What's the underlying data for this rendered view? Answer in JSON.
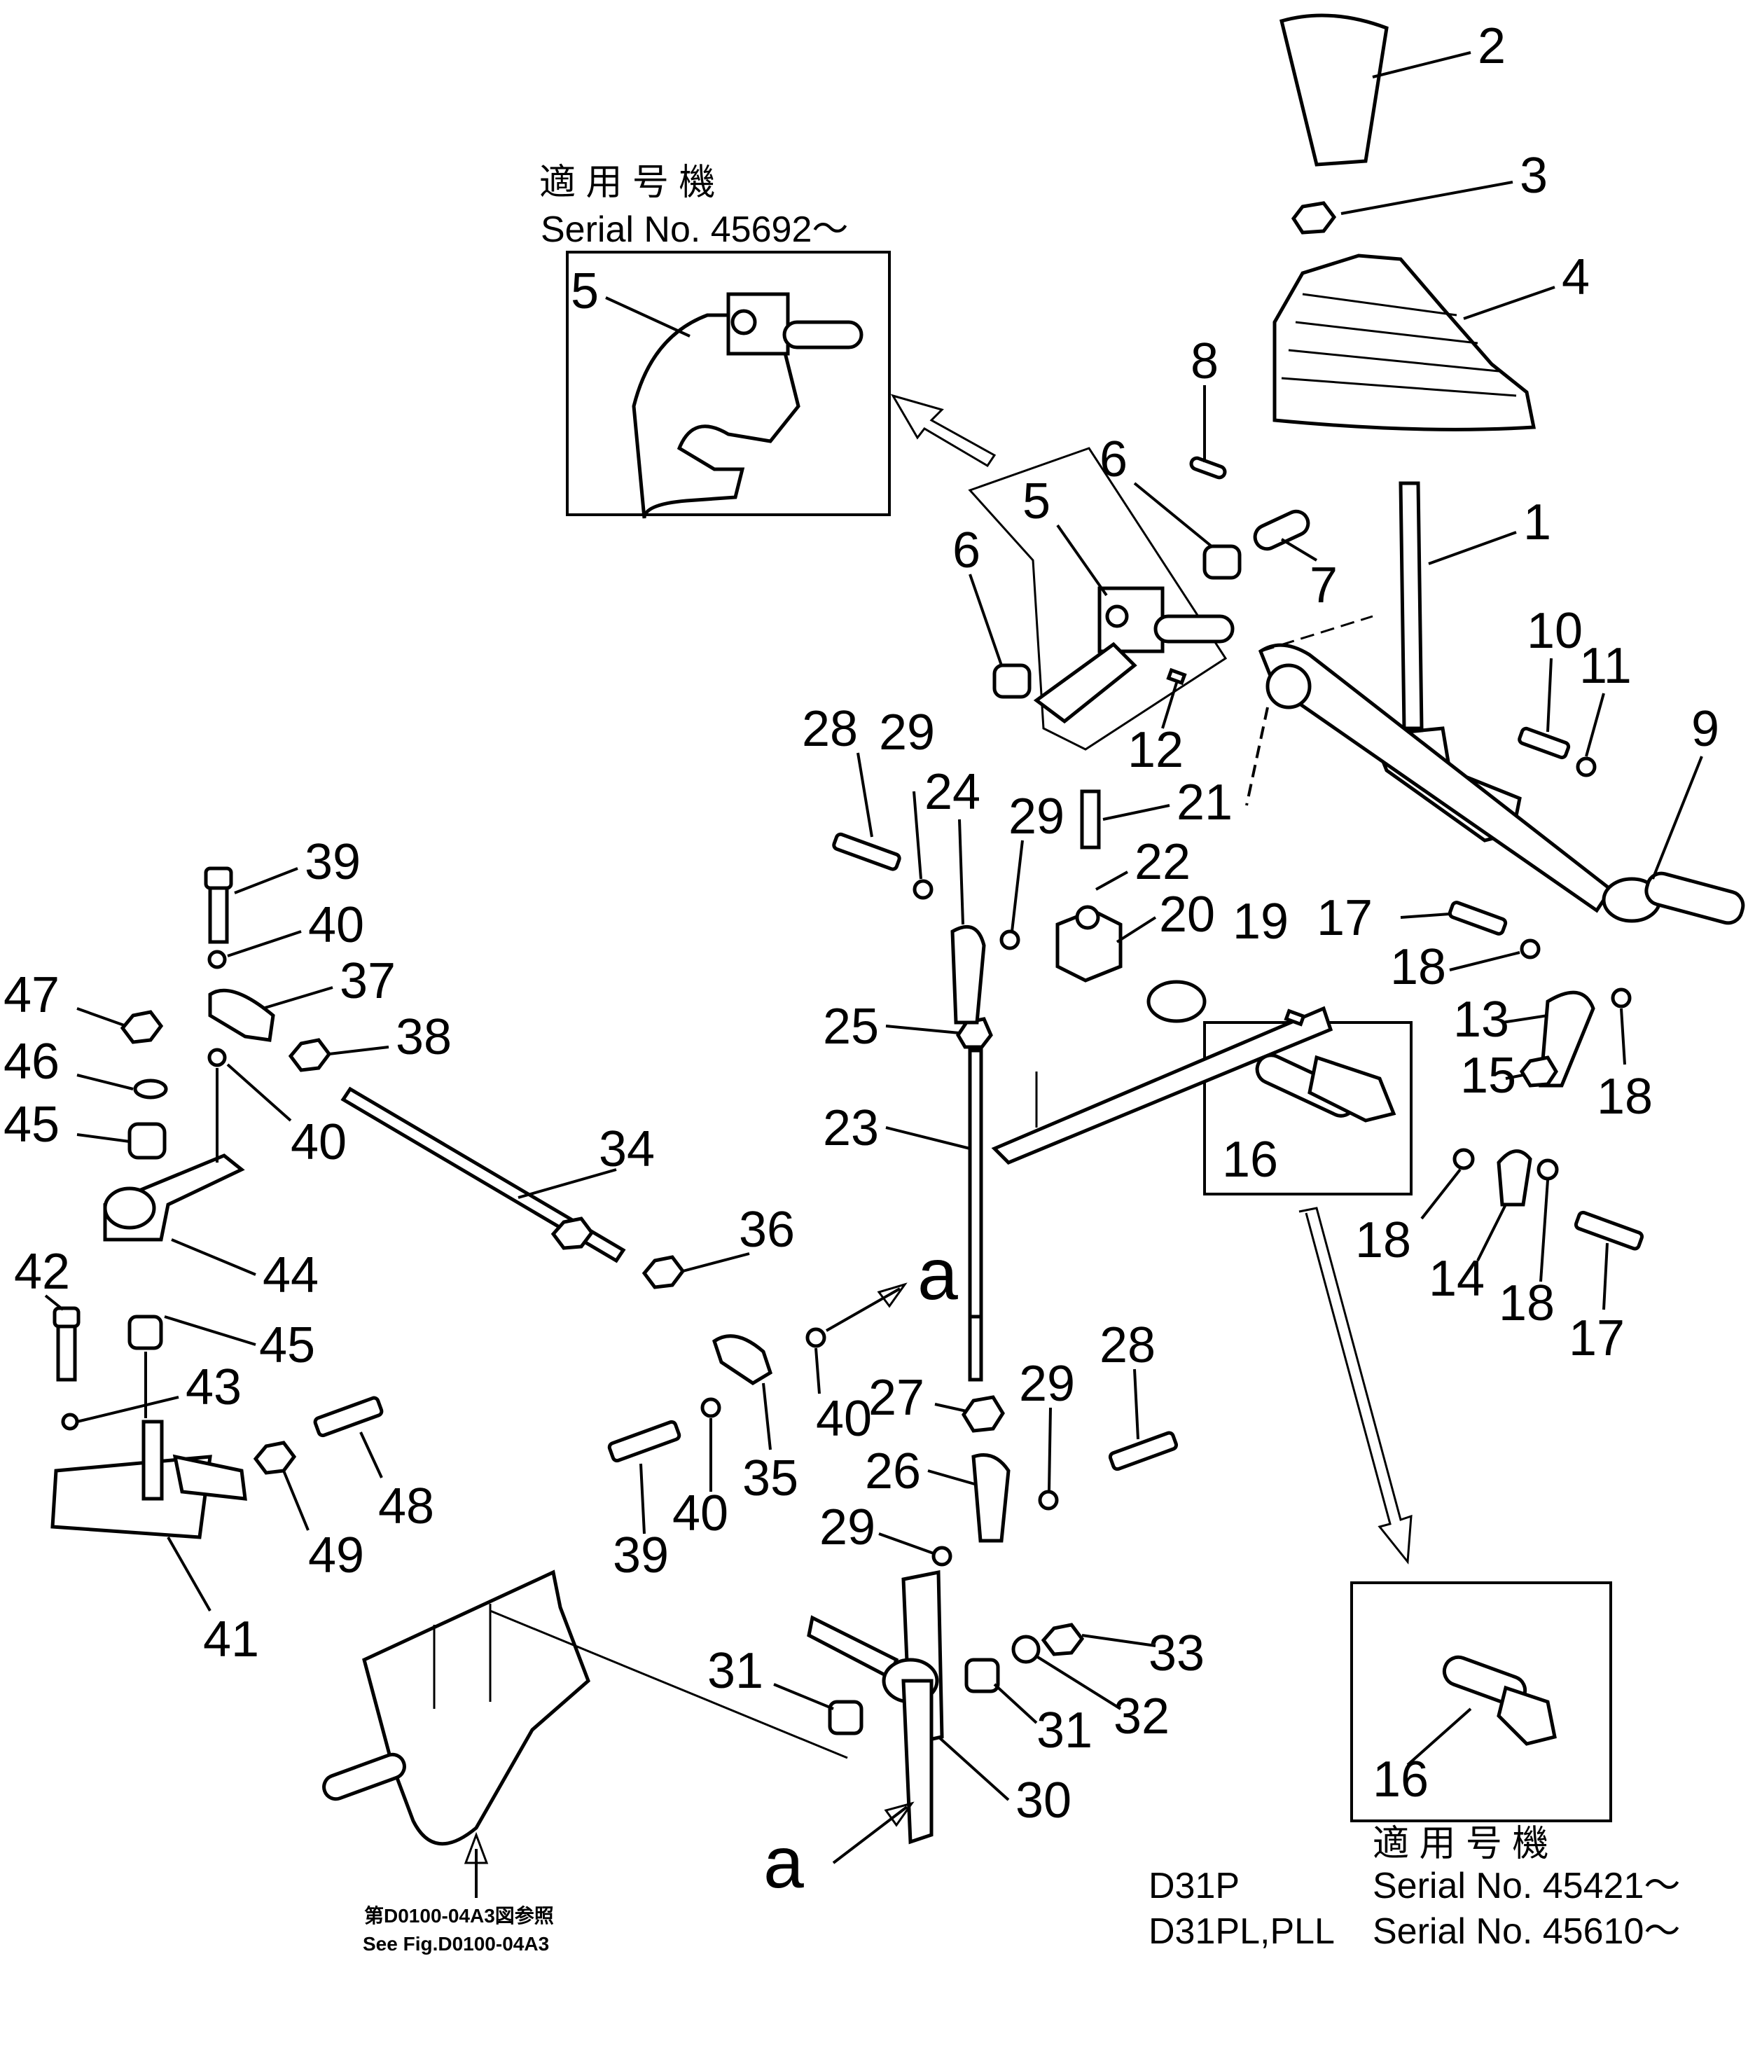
{
  "inset_top": {
    "caption_jp": "適 用 号 機",
    "caption_serial": "Serial No. 45692～",
    "part_label": "5"
  },
  "inset_bottom": {
    "part_label": "16",
    "caption_jp": "適 用 号 機",
    "models": [
      {
        "model": "D31P",
        "serial": "Serial No. 45421～"
      },
      {
        "model": "D31PL,PLL",
        "serial": "Serial No. 45610～"
      }
    ]
  },
  "reference_note": {
    "jp": "第D0100-04A3図参照",
    "en": "See Fig.D0100-04A3"
  },
  "section_markers": [
    "a",
    "a"
  ],
  "part_labels": {
    "p1": "1",
    "p2": "2",
    "p3": "3",
    "p4": "4",
    "p5": "5",
    "p6a": "6",
    "p6b": "6",
    "p7": "7",
    "p8": "8",
    "p9": "9",
    "p10": "10",
    "p11": "11",
    "p12": "12",
    "p13": "13",
    "p14": "14",
    "p15": "15",
    "p16": "16",
    "p17a": "17",
    "p17b": "17",
    "p18a": "18",
    "p18b": "18",
    "p18c": "18",
    "p18d": "18",
    "p19": "19",
    "p20": "20",
    "p21": "21",
    "p22": "22",
    "p23": "23",
    "p24": "24",
    "p25": "25",
    "p26": "26",
    "p27": "27",
    "p28a": "28",
    "p28b": "28",
    "p29a": "29",
    "p29b": "29",
    "p29c": "29",
    "p29d": "29",
    "p30": "30",
    "p31a": "31",
    "p31b": "31",
    "p32": "32",
    "p33": "33",
    "p34": "34",
    "p35": "35",
    "p36": "36",
    "p37": "37",
    "p38": "38",
    "p39a": "39",
    "p39b": "39",
    "p40a": "40",
    "p40b": "40",
    "p40c": "40",
    "p40d": "40",
    "p41": "41",
    "p42": "42",
    "p43": "43",
    "p44": "44",
    "p45a": "45",
    "p45b": "45",
    "p46": "46",
    "p47": "47",
    "p48": "48",
    "p49": "49"
  }
}
